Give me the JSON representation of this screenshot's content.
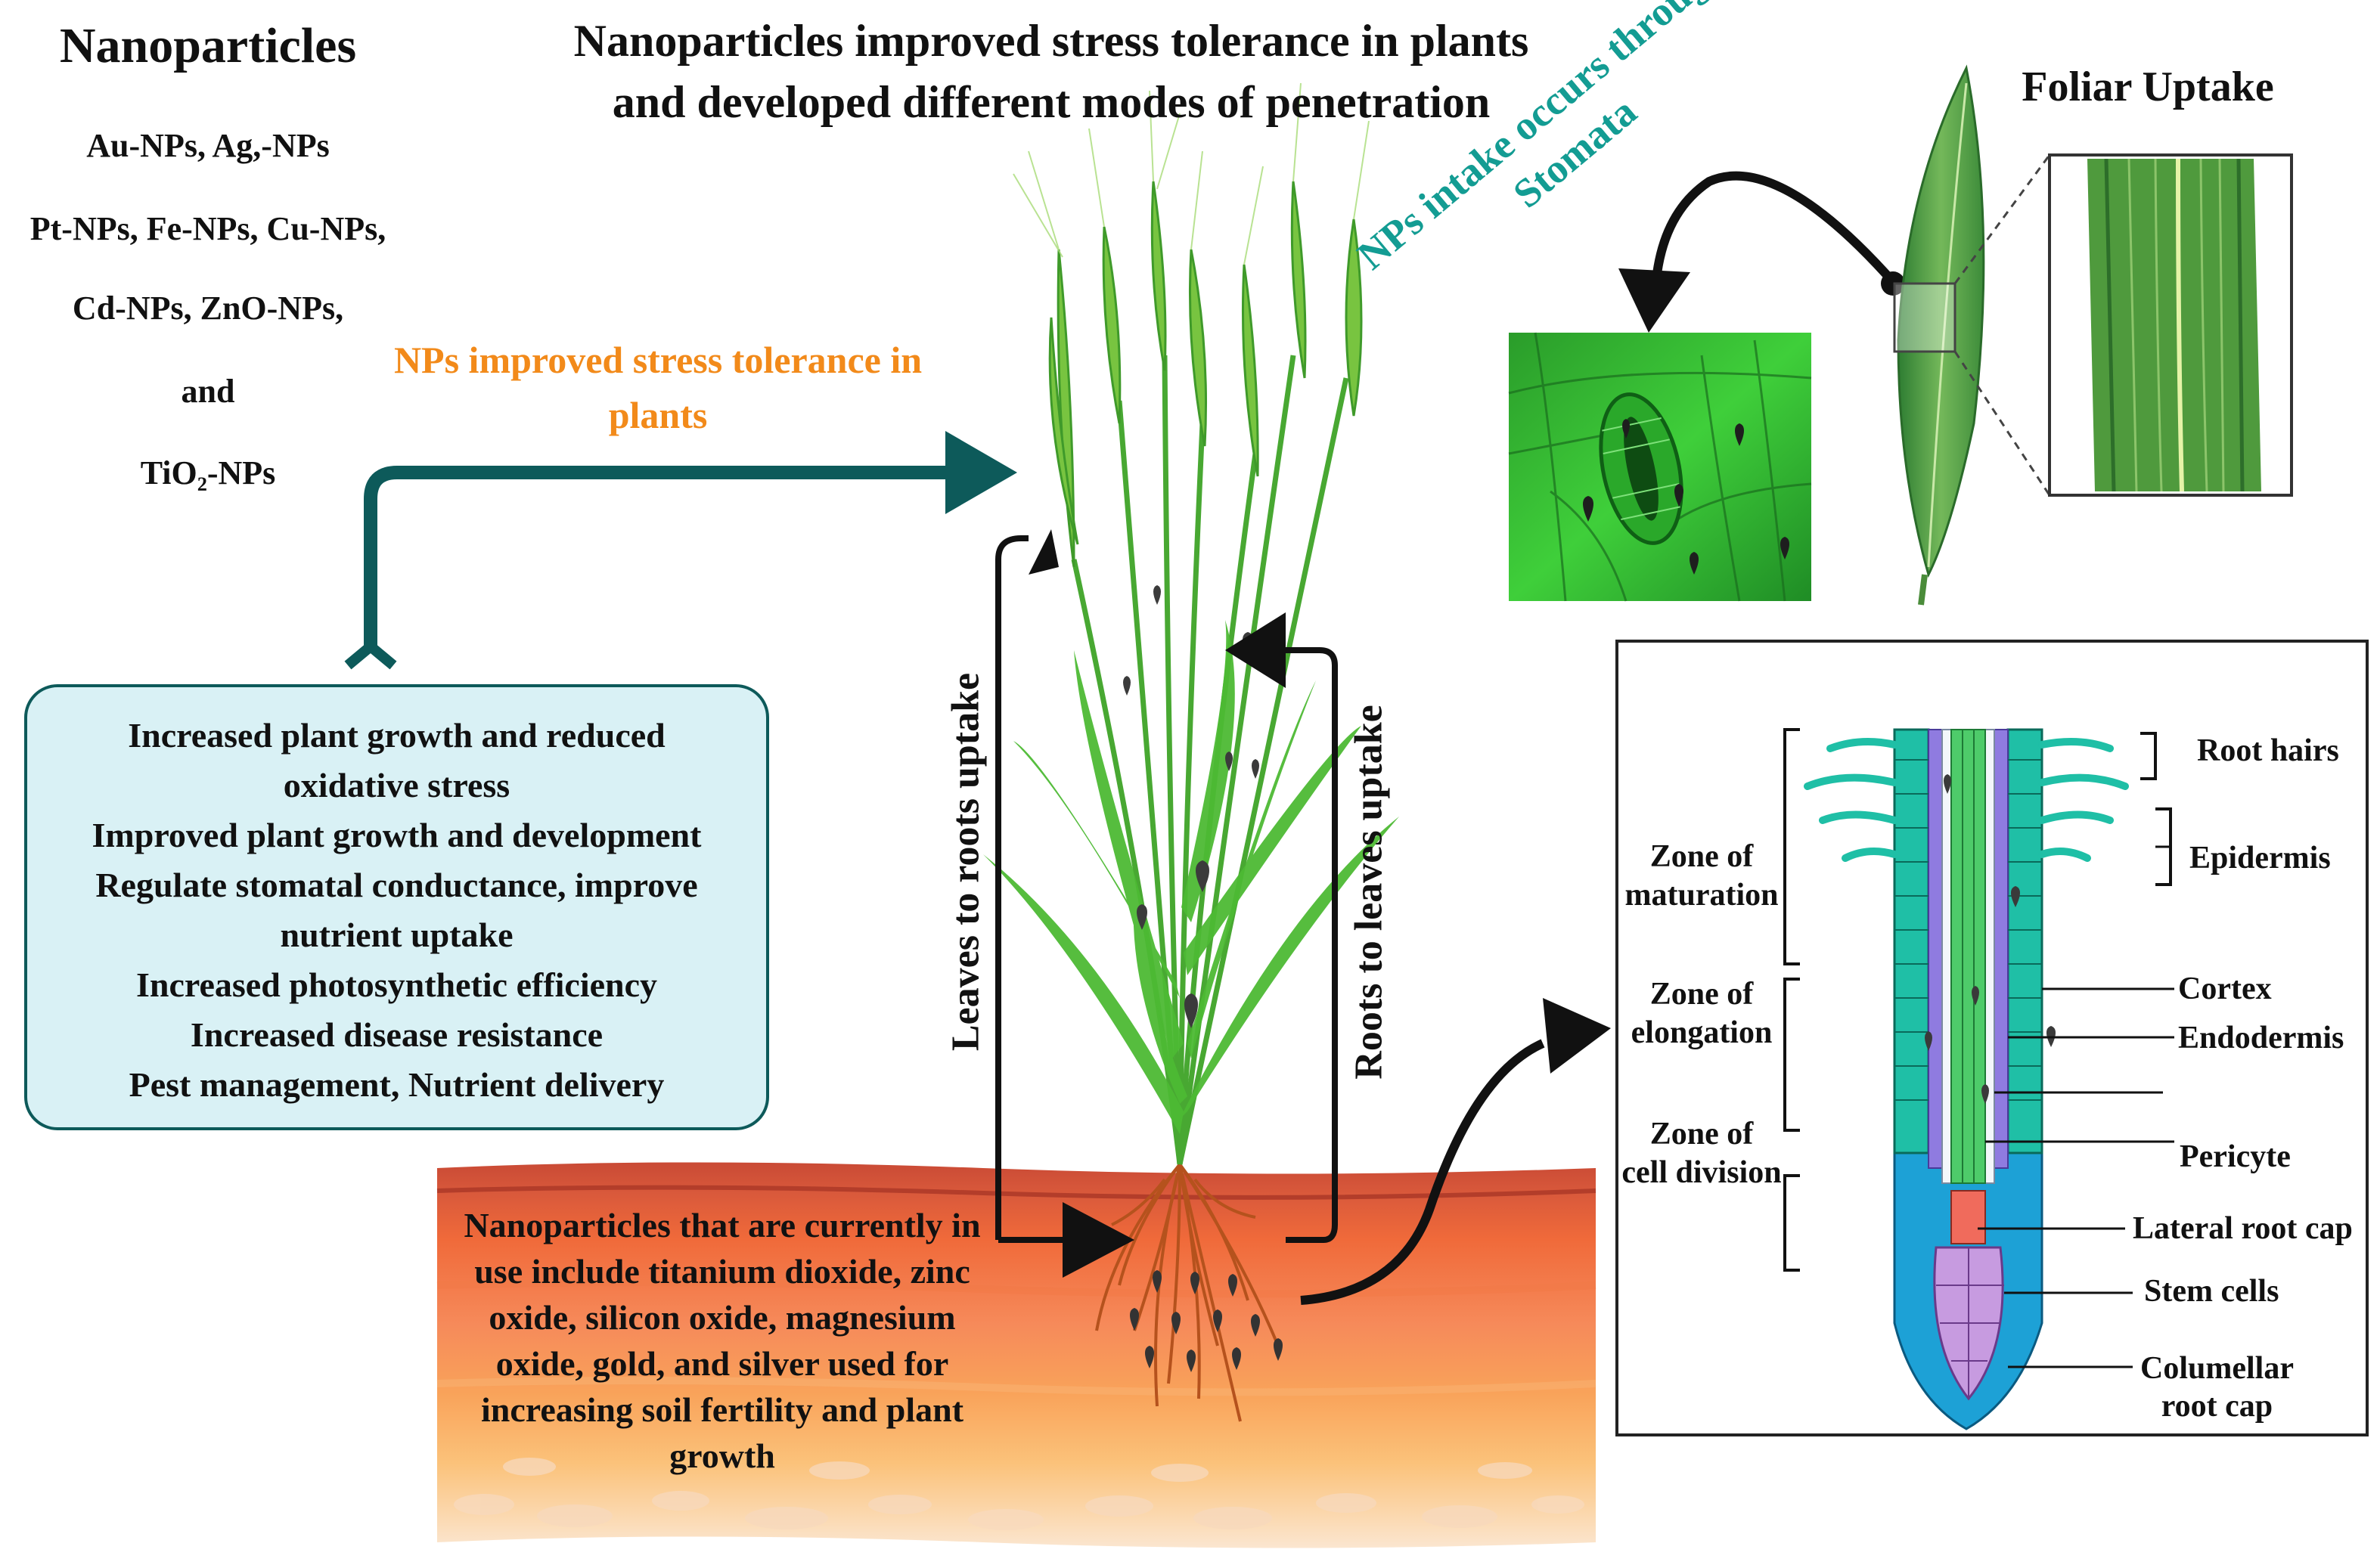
{
  "nanoparticles": {
    "heading": "Nanoparticles",
    "lines": [
      "Au-NPs, Ag,-NPs",
      "Pt-NPs, Fe-NPs, Cu-NPs,",
      "Cd-NPs, ZnO-NPs,",
      "and",
      "TiO₂-NPs"
    ]
  },
  "main_title": {
    "line1": "Nanoparticles improved stress tolerance in plants",
    "line2": "and developed different modes of penetration"
  },
  "stress_label": {
    "line1": "NPs improved stress tolerance in",
    "line2": "plants"
  },
  "stomata_label": {
    "line1": "NPs intake occurs through",
    "line2": "Stomata"
  },
  "foliar": {
    "title": "Foliar Uptake"
  },
  "benefits": [
    "Increased plant growth and reduced",
    "oxidative stress",
    "Improved plant growth and development",
    "Regulate stomatal conductance, improve",
    "nutrient uptake",
    "Increased photosynthetic efficiency",
    "Increased disease resistance",
    "Pest management, Nutrient delivery"
  ],
  "uptake_labels": {
    "leaves_to_roots": "Leaves to roots uptake",
    "roots_to_leaves": "Roots to leaves uptake"
  },
  "soil_text": [
    "Nanoparticles that are currently in",
    "use include titanium dioxide, zinc",
    "oxide, silicon oxide, magnesium",
    "oxide, gold, and silver used for",
    "increasing soil fertility and plant",
    "growth"
  ],
  "root_zones": {
    "maturation": [
      "Zone of",
      "maturation"
    ],
    "elongation": [
      "Zone of",
      "elongation"
    ],
    "division": [
      "Zone of",
      "cell division"
    ]
  },
  "root_parts": {
    "root_hairs": "Root hairs",
    "epidermis": "Epidermis",
    "cortex": "Cortex",
    "endodermis": "Endodermis",
    "pericyte": "Pericyte",
    "lateral_root_cap": "Lateral root cap",
    "stem_cells": "Stem cells",
    "columellar": [
      "Columellar",
      "root cap"
    ]
  },
  "colors": {
    "arrow_teal": "#0d5a5a",
    "orange_text": "#f28a1a",
    "teal_text": "#139c93",
    "box_fill": "#d9f1f5",
    "plant_green": "#5cbf3a",
    "epidermis": "#1fbfa6",
    "endodermis": "#8f7be0",
    "cortex_inner": "#4ecb6a",
    "root_cap": "#1da1d6",
    "columella": "#c79be0",
    "stem_cells": "#f06b5c"
  }
}
